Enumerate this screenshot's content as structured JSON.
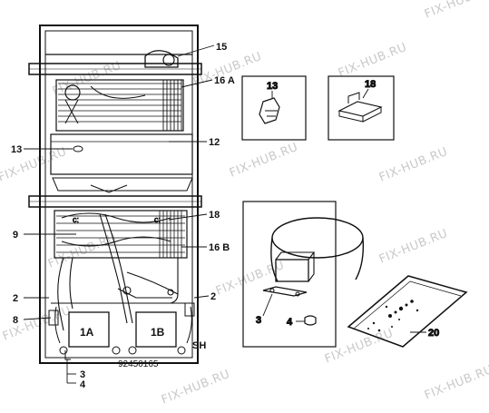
{
  "watermark": "FIX-HUB.RU",
  "drawing_number": "92450165",
  "callouts": {
    "c15": "15",
    "c16a": "16 A",
    "c13": "13",
    "c12": "12",
    "c18": "18",
    "c9": "9",
    "c16b": "16 B",
    "c2_left": "2",
    "c2_right": "2",
    "c8": "8",
    "c1a": "1A",
    "c1b": "1B",
    "csh": "SH",
    "c3": "3",
    "c4": "4"
  },
  "detail_labels": {
    "lamp_13": "13",
    "clip_18": "18",
    "compressor_3": "3",
    "compressor_4": "4",
    "plate_20": "20"
  }
}
